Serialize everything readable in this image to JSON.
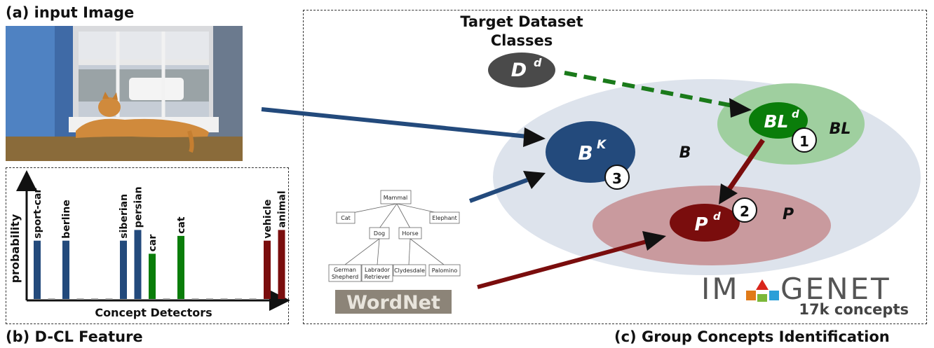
{
  "panel_a": {
    "caption": "(a) input Image"
  },
  "panel_b": {
    "caption": "(b) D-CL Feature",
    "ylabel": "probability",
    "xlabel": "Concept Detectors"
  },
  "panel_c": {
    "caption": "(c) Group Concepts Identification",
    "target_title_line1": "Target Dataset",
    "target_title_line2": "Classes",
    "Dd": "D",
    "Dd_sup": "d",
    "BLd": "BL",
    "BLd_sup": "d",
    "BL": "BL",
    "B": "B",
    "BK": "B",
    "BK_sup": "K",
    "Pd": "P",
    "Pd_sup": "d",
    "P": "P",
    "step1": "1",
    "step2": "2",
    "step3": "3",
    "imagenet_left": "IM",
    "imagenet_right": "GENET",
    "imagenet_sub": "17k concepts",
    "wordnet_label": "WordNet",
    "wordnet_nodes": {
      "mammal": "Mammal",
      "cat": "Cat",
      "dog": "Dog",
      "horse": "Horse",
      "elephant": "Elephant",
      "german1": "German",
      "german2": "Shepherd",
      "labrador1": "Labrador",
      "labrador2": "Retriever",
      "clydesdale": "Clydesdale",
      "palomino": "Palomino"
    }
  },
  "colors": {
    "blue": "#234a7c",
    "green": "#0a7d0a",
    "darkred": "#7a0d0d",
    "light_blue_region": "#dde3ec",
    "light_green_region": "#9fcf9f",
    "light_red_region": "#c99a9e",
    "dataset_gray": "#4a4a4a"
  },
  "chart_data": {
    "type": "bar",
    "title": "",
    "xlabel": "Concept Detectors",
    "ylabel": "probability",
    "ylim": [
      0,
      1
    ],
    "grid": false,
    "categories": [
      "sport-car",
      "",
      "berline",
      "",
      "",
      "",
      "siberian",
      "persian",
      "car",
      "",
      "cat",
      "",
      "",
      "",
      "",
      "",
      "vehicle",
      "animal"
    ],
    "values": [
      0.49,
      0,
      0.49,
      0,
      0,
      0,
      0.49,
      0.58,
      0.38,
      0,
      0.53,
      0,
      0,
      0,
      0,
      0,
      0.49,
      0.58
    ],
    "bar_colors": [
      "#234a7c",
      "",
      "#234a7c",
      "",
      "",
      "",
      "#234a7c",
      "#234a7c",
      "#0a7d0a",
      "",
      "#0a7d0a",
      "",
      "",
      "",
      "",
      "",
      "#7a0d0d",
      "#7a0d0d"
    ]
  }
}
